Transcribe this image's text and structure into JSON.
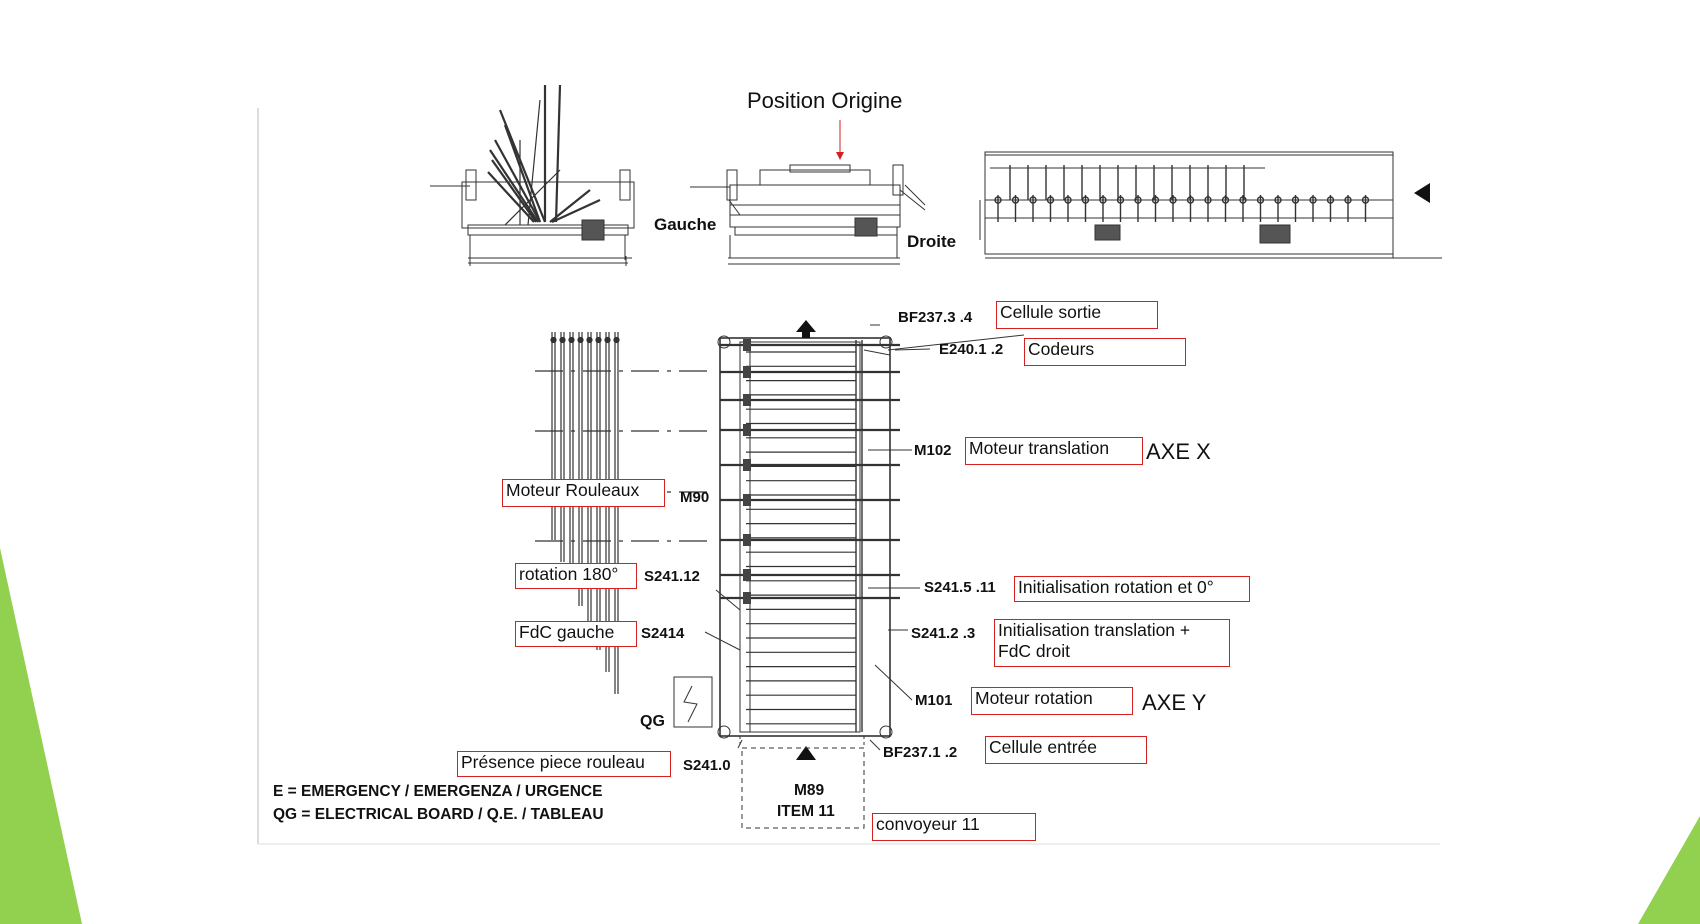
{
  "colors": {
    "accent_green": "#92d050",
    "annotation_red": "#d42020",
    "drawing_ink": "#333333"
  },
  "top_view": {
    "title": "Position Origine",
    "left_label": "Gauche",
    "right_label": "Droite"
  },
  "plan": {
    "codes": {
      "bf237_3": "BF237.3 .4",
      "e240": "E240.1 .2",
      "m102": "M102",
      "m90": "M90",
      "s241_12": "S241.12",
      "s2414": "S2414",
      "s241_5": "S241.5 .11",
      "s241_2": "S241.2 .3",
      "m101": "M101",
      "qg": "QG",
      "bf237_1": "BF237.1 .2",
      "s241_0": "S241.0",
      "m89": "M89",
      "item11": "ITEM 11"
    },
    "annotations": {
      "cellule_sortie": "Cellule sortie",
      "codeurs": "Codeurs",
      "moteur_translation": "Moteur translation",
      "moteur_rouleaux": "Moteur Rouleaux",
      "rotation_180": "rotation 180°",
      "init_rotation": "Initialisation rotation et 0°",
      "fdc_gauche": "FdC gauche",
      "init_translation_line1": "Initialisation translation +",
      "init_translation_line2": "FdC droit",
      "moteur_rotation": "Moteur rotation",
      "cellule_entree": "Cellule entrée",
      "presence_piece": "Présence piece rouleau",
      "convoyeur": "convoyeur 11"
    },
    "axes": {
      "x": "AXE X",
      "y": "AXE Y"
    }
  },
  "legend": {
    "line1": "E = EMERGENCY / EMERGENZA / URGENCE",
    "line2": "QG = ELECTRICAL BOARD / Q.E. / TABLEAU"
  }
}
